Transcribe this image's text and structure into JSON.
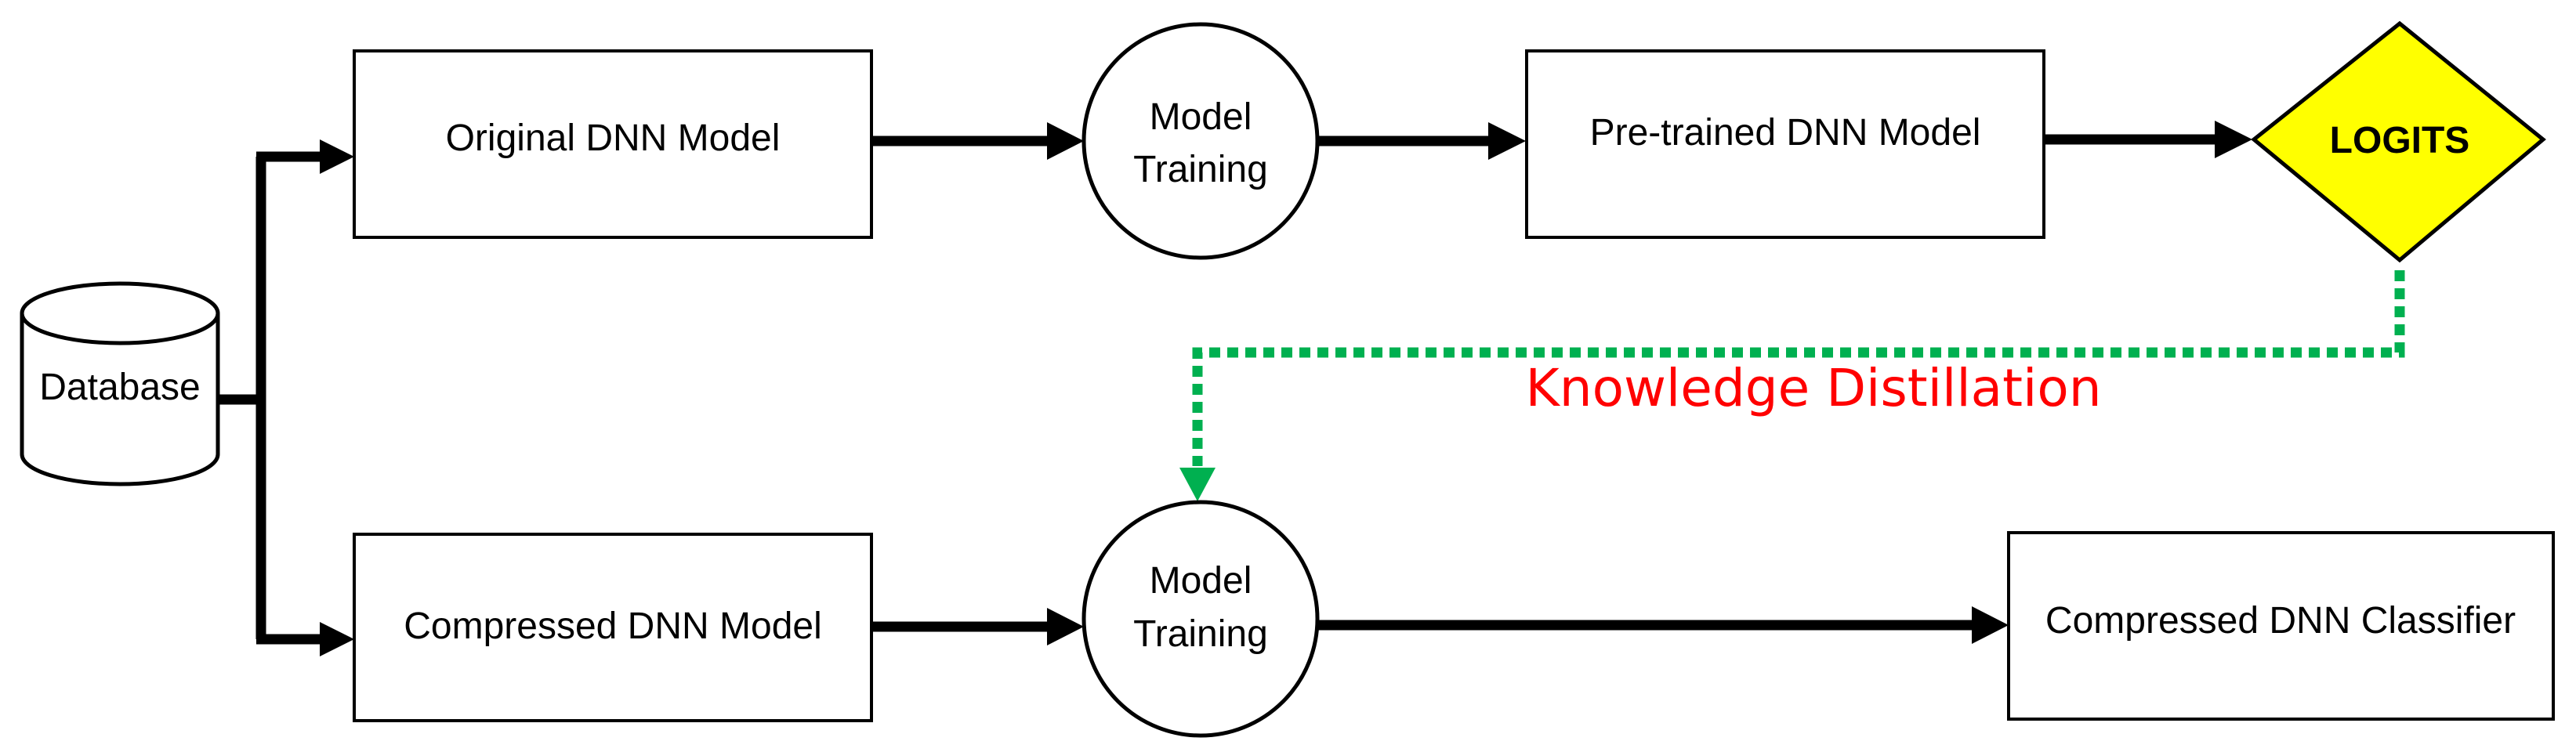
{
  "nodes": {
    "database": "Database",
    "original_model": "Original DNN Model",
    "training_top": [
      "Model",
      "Training"
    ],
    "pretrained_model": "Pre-trained DNN Model",
    "logits": "LOGITS",
    "compressed_model": "Compressed DNN Model",
    "training_bottom": [
      "Model",
      "Training"
    ],
    "compressed_classifier": "Compressed DNN Classifier"
  },
  "edges": {
    "knowledge_distillation": "Knowledge Distillation"
  },
  "colors": {
    "stroke": "#000000",
    "background": "#ffffff",
    "logits_fill": "#ffff00",
    "distillation_line": "#00b050",
    "distillation_text": "#ff0000"
  }
}
